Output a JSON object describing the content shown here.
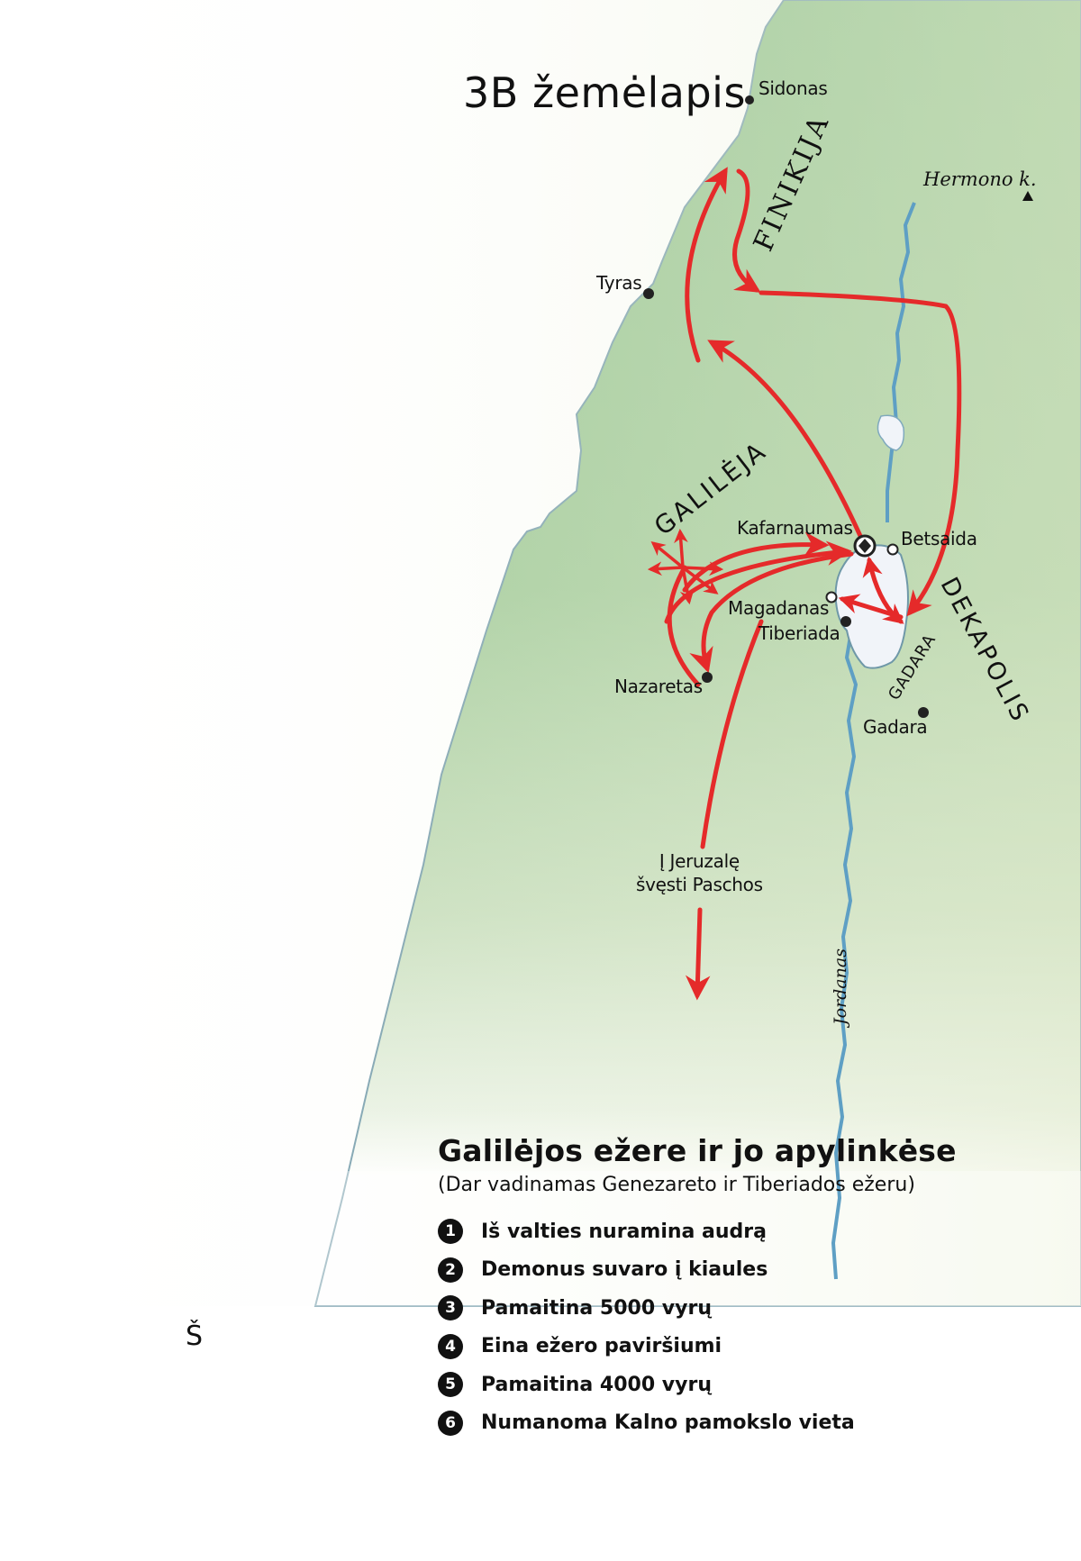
{
  "title": "3B žemėlapis",
  "colors": {
    "land_green": "#8fc08a",
    "land_light": "#cfe3c4",
    "water": "#eef3f8",
    "coast": "#6f98a8",
    "river": "#5e9fc4",
    "route_red": "#e52a2a",
    "text": "#111111"
  },
  "places": {
    "sidonas": "Sidonas",
    "tyras": "Tyras",
    "kafarnaumas": "Kafarnaumas",
    "betsaida": "Betsaida",
    "magadanas": "Magadanas",
    "tiberiada": "Tiberiada",
    "nazaretas": "Nazaretas",
    "gadara_city": "Gadara"
  },
  "regions": {
    "finikija": "FINIKIJA",
    "galileja": "GALILĖJA",
    "dekapolis": "DEKAPOLIS",
    "gadara_region": "GADARA"
  },
  "features": {
    "hermono": "Hermono k.",
    "jordanas": "Jordanas"
  },
  "route_note": {
    "line1": "Į Jeruzalę",
    "line2": "švęsti Paschos"
  },
  "legend": {
    "title": "Galilėjos ežere ir jo apylinkėse",
    "subtitle": "(Dar vadinamas Genezareto ir Tiberiados ežeru)",
    "items": [
      {
        "num": "1",
        "label": "Iš valties nuramina audrą"
      },
      {
        "num": "2",
        "label": "Demonus suvaro į kiaules"
      },
      {
        "num": "3",
        "label": "Pamaitina 5000 vyrų"
      },
      {
        "num": "4",
        "label": "Eina ežero paviršiumi"
      },
      {
        "num": "5",
        "label": "Pamaitina 4000 vyrų"
      },
      {
        "num": "6",
        "label": "Numanoma Kalno pamokslo vieta"
      }
    ]
  },
  "compass": "Š"
}
